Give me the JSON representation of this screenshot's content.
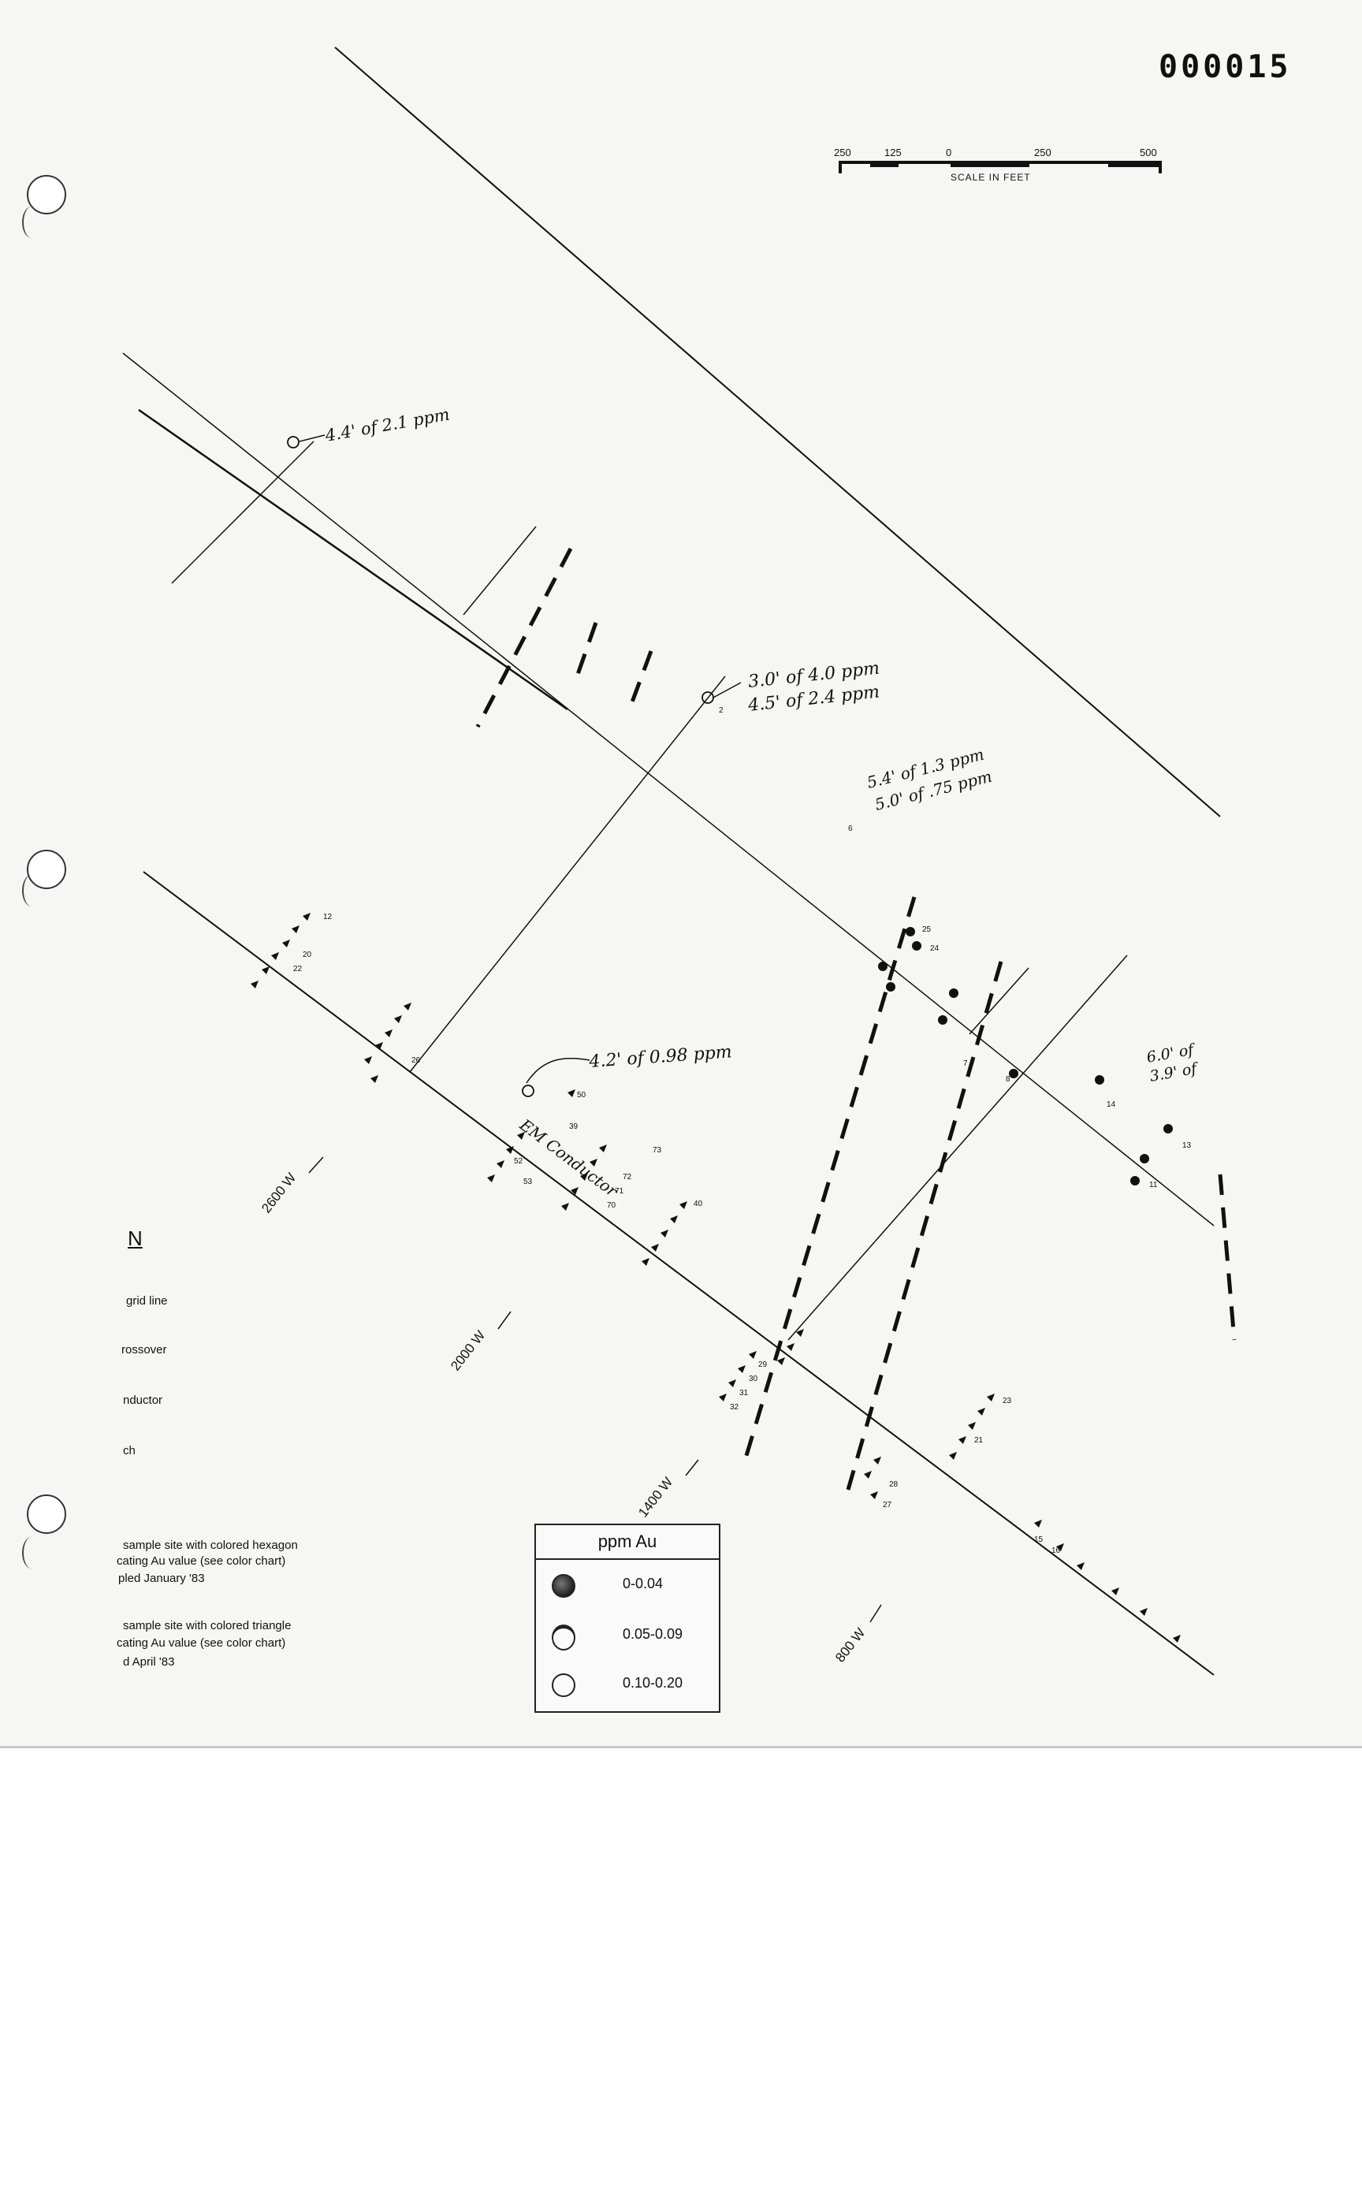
{
  "document_number": "000015",
  "scale_bar": {
    "ticks": [
      "250",
      "125",
      "0",
      "250",
      "500"
    ],
    "caption": "SCALE IN FEET"
  },
  "annotations": [
    "4.4' of 2.1 ppm",
    "3.0' of 4.0 ppm",
    "4.5' of 2.4 ppm",
    "5.4' of 1.3 ppm",
    "5.0' of .75 ppm",
    "4.2' of 0.98 ppm",
    "6.0' of",
    "3.9' of",
    "EM Conductor"
  ],
  "grid_labels": [
    "2600 W",
    "2000 W",
    "1400 W",
    "800 W"
  ],
  "legend": {
    "north": "N",
    "items": [
      "grid line",
      "rossover",
      "nductor",
      "ch"
    ],
    "hexagon_note": [
      "sample site with colored hexagon",
      "cating Au value (see color chart)",
      "pled January '83"
    ],
    "triangle_note": [
      "sample site with colored triangle",
      "cating Au value (see color chart)",
      "d April '83"
    ]
  },
  "au_table": {
    "header": "ppm Au",
    "rows": [
      "0-0.04",
      "0.05-0.09",
      "0.10-0.20"
    ]
  },
  "sample_labels": [
    "12",
    "20",
    "22",
    "25",
    "24",
    "26",
    "50",
    "39",
    "52",
    "53",
    "73",
    "72",
    "71",
    "70",
    "40",
    "29",
    "30",
    "31",
    "32",
    "23",
    "21",
    "27",
    "28",
    "14",
    "13",
    "11",
    "8",
    "7",
    "6",
    "2",
    "16",
    "15"
  ]
}
